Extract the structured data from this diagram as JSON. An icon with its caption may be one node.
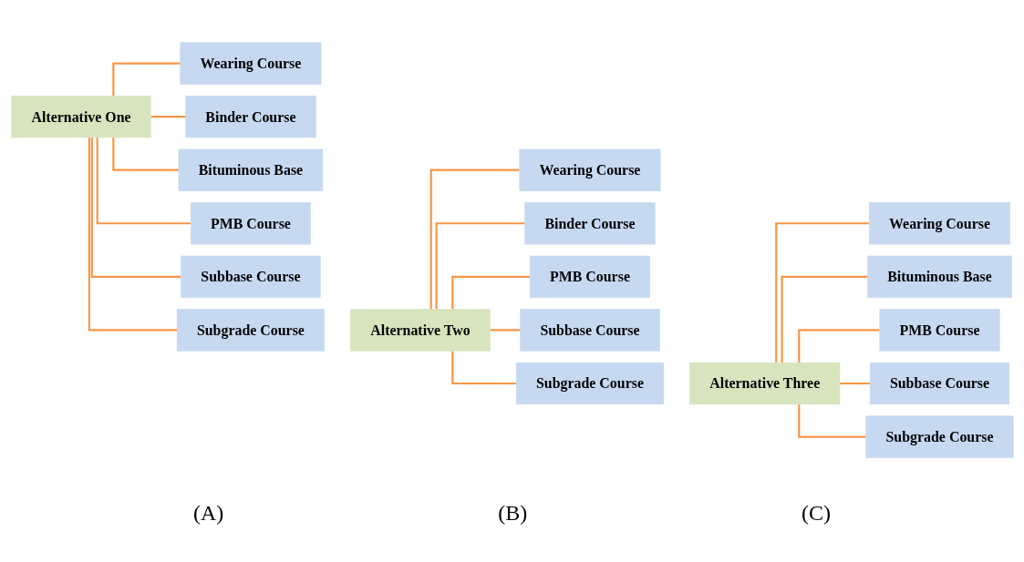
{
  "diagram": {
    "nodes": [
      {
        "text": [
          "Alternative One"
        ]
      },
      {
        "text": [
          "Wearing Course"
        ]
      },
      {
        "text": [
          "Binder Course"
        ]
      },
      {
        "text": [
          "Bituminous Base"
        ]
      },
      {
        "text": [
          "PMB Course"
        ]
      },
      {
        "text": [
          "Subbase Course"
        ]
      },
      {
        "text": [
          "Subgrade Course"
        ]
      },
      {
        "text": [
          "Alternative Two"
        ]
      },
      {
        "text": [
          "Wearing Course"
        ]
      },
      {
        "text": [
          "Binder Course"
        ]
      },
      {
        "text": [
          "PMB Course"
        ]
      },
      {
        "text": [
          "Subbase Course"
        ]
      },
      {
        "text": [
          "Subgrade Course"
        ]
      },
      {
        "text": [
          "Alternative Three"
        ]
      },
      {
        "text": [
          "Wearing Course"
        ]
      },
      {
        "text": [
          "Bituminous Base"
        ]
      },
      {
        "text": [
          "PMB Course"
        ]
      },
      {
        "text": [
          "Subbase Course"
        ]
      },
      {
        "text": [
          "Subgrade Course"
        ]
      }
    ],
    "edges": [
      {
        "from": 0,
        "to": 1,
        "arrow": "none"
      },
      {
        "from": 0,
        "to": 2,
        "arrow": "none"
      },
      {
        "from": 0,
        "to": 3,
        "arrow": "none"
      },
      {
        "from": 0,
        "to": 4,
        "arrow": "none"
      },
      {
        "from": 0,
        "to": 5,
        "arrow": "none"
      },
      {
        "from": 0,
        "to": 6,
        "arrow": "none"
      },
      {
        "from": 7,
        "to": 8,
        "arrow": "none"
      },
      {
        "from": 7,
        "to": 9,
        "arrow": "none"
      },
      {
        "from": 7,
        "to": 10,
        "arrow": "none"
      },
      {
        "from": 7,
        "to": 11,
        "arrow": "none"
      },
      {
        "from": 7,
        "to": 12,
        "arrow": "none"
      },
      {
        "from": 13,
        "to": 14,
        "arrow": "none"
      },
      {
        "from": 13,
        "to": 15,
        "arrow": "none"
      },
      {
        "from": 13,
        "to": 16,
        "arrow": "none"
      },
      {
        "from": 13,
        "to": 17,
        "arrow": "none"
      },
      {
        "from": 13,
        "to": 18,
        "arrow": "none"
      }
    ],
    "labels": [
      "(A)",
      "(B)",
      "(C)"
    ]
  }
}
